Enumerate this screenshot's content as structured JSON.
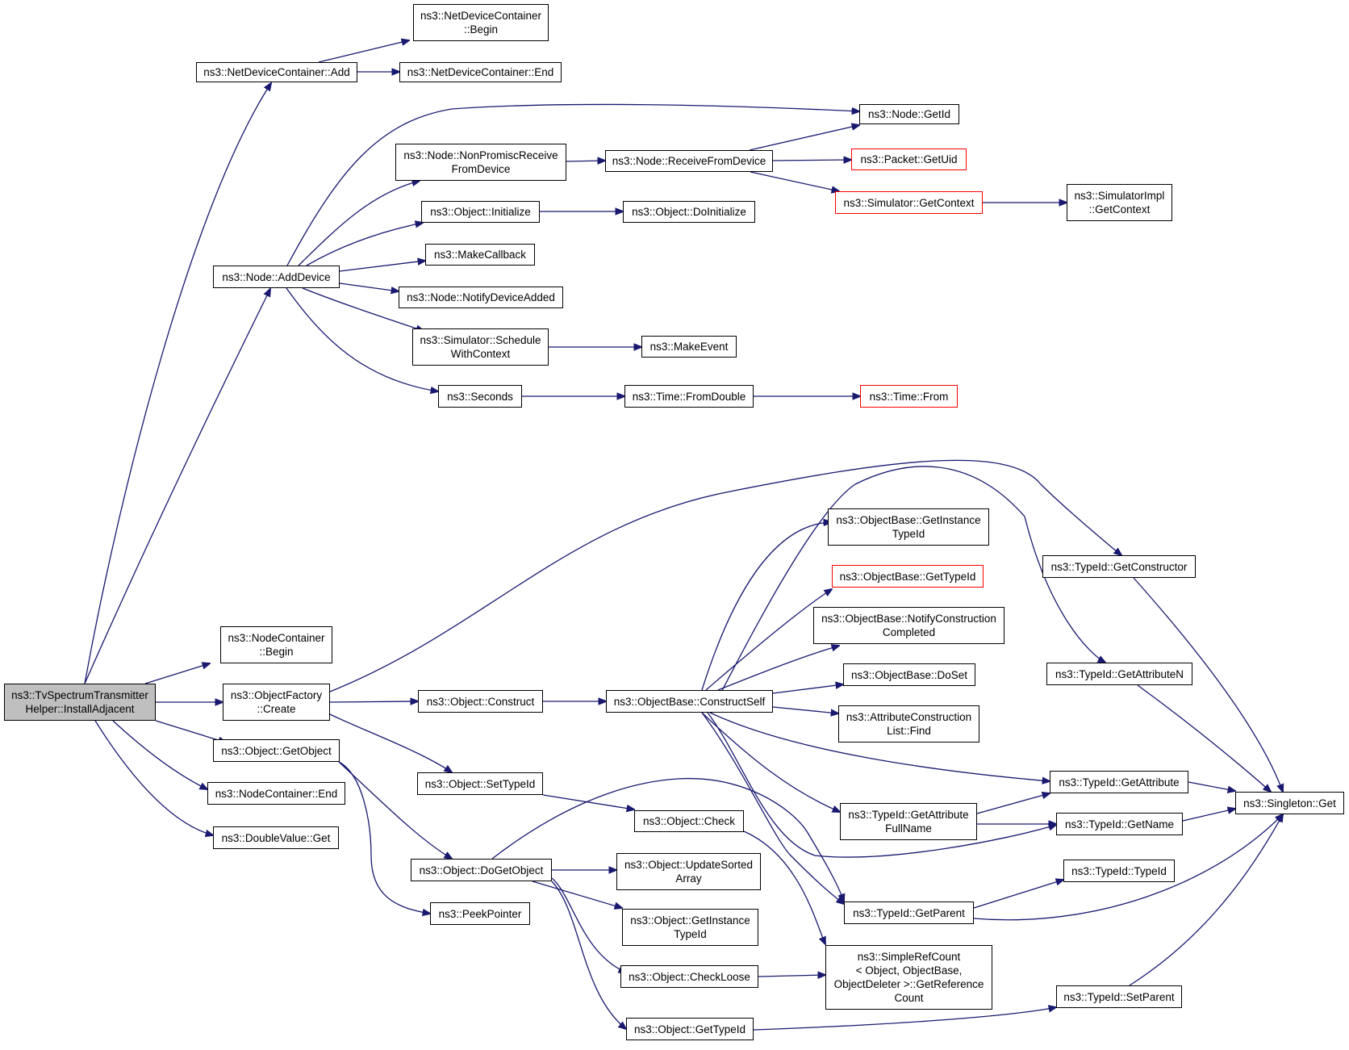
{
  "colors": {
    "edge": "#191970",
    "node_border": "#000000",
    "external_border": "#ff0000",
    "root_fill": "#bfbfbf"
  },
  "nodes": {
    "root": "ns3::TvSpectrumTransmitter\nHelper::InstallAdjacent",
    "ndc_add": "ns3::NetDeviceContainer::Add",
    "ndc_begin": "ns3::NetDeviceContainer\n::Begin",
    "ndc_end": "ns3::NetDeviceContainer::End",
    "node_getid": "ns3::Node::GetId",
    "node_nonpromisc": "ns3::Node::NonPromiscReceive\nFromDevice",
    "node_recv": "ns3::Node::ReceiveFromDevice",
    "packet_getuid": "ns3::Packet::GetUid",
    "sim_getcontext": "ns3::Simulator::GetContext",
    "simimpl_getcontext": "ns3::SimulatorImpl\n::GetContext",
    "obj_initialize": "ns3::Object::Initialize",
    "obj_doinitialize": "ns3::Object::DoInitialize",
    "node_adddevice": "ns3::Node::AddDevice",
    "makecallback": "ns3::MakeCallback",
    "node_notify": "ns3::Node::NotifyDeviceAdded",
    "sim_schedule": "ns3::Simulator::Schedule\nWithContext",
    "makeevent": "ns3::MakeEvent",
    "seconds": "ns3::Seconds",
    "time_fromdouble": "ns3::Time::FromDouble",
    "time_from": "ns3::Time::From",
    "ob_getinstance": "ns3::ObjectBase::GetInstance\nTypeId",
    "ob_gettypeid": "ns3::ObjectBase::GetTypeId",
    "ob_notifyconstruction": "ns3::ObjectBase::NotifyConstruction\nCompleted",
    "ob_doset": "ns3::ObjectBase::DoSet",
    "acl_find": "ns3::AttributeConstruction\nList::Find",
    "typeid_getconstructor": "ns3::TypeId::GetConstructor",
    "typeid_getattributen": "ns3::TypeId::GetAttributeN",
    "nodecontainer_begin": "ns3::NodeContainer\n::Begin",
    "objfactory_create": "ns3::ObjectFactory\n::Create",
    "obj_construct": "ns3::Object::Construct",
    "ob_constructself": "ns3::ObjectBase::ConstructSelf",
    "obj_getobject": "ns3::Object::GetObject",
    "nodecontainer_end": "ns3::NodeContainer::End",
    "doublevalue_get": "ns3::DoubleValue::Get",
    "obj_settypeid": "ns3::Object::SetTypeId",
    "typeid_getattribute": "ns3::TypeId::GetAttribute",
    "singleton_get": "ns3::Singleton::Get",
    "typeid_getattributefullname": "ns3::TypeId::GetAttribute\nFullName",
    "typeid_getname": "ns3::TypeId::GetName",
    "obj_check": "ns3::Object::Check",
    "obj_dogetobject": "ns3::Object::DoGetObject",
    "obj_updatesorted": "ns3::Object::UpdateSorted\nArray",
    "typeid_typeid": "ns3::TypeId::TypeId",
    "peekpointer": "ns3::PeekPointer",
    "obj_getinstancetypeid": "ns3::Object::GetInstance\nTypeId",
    "typeid_getparent": "ns3::TypeId::GetParent",
    "simplerefcount": "ns3::SimpleRefCount\n< Object, ObjectBase,\nObjectDeleter >::GetReference\nCount",
    "obj_checkloose": "ns3::Object::CheckLoose",
    "typeid_setparent": "ns3::TypeId::SetParent",
    "obj_gettypeid": "ns3::Object::GetTypeId"
  }
}
